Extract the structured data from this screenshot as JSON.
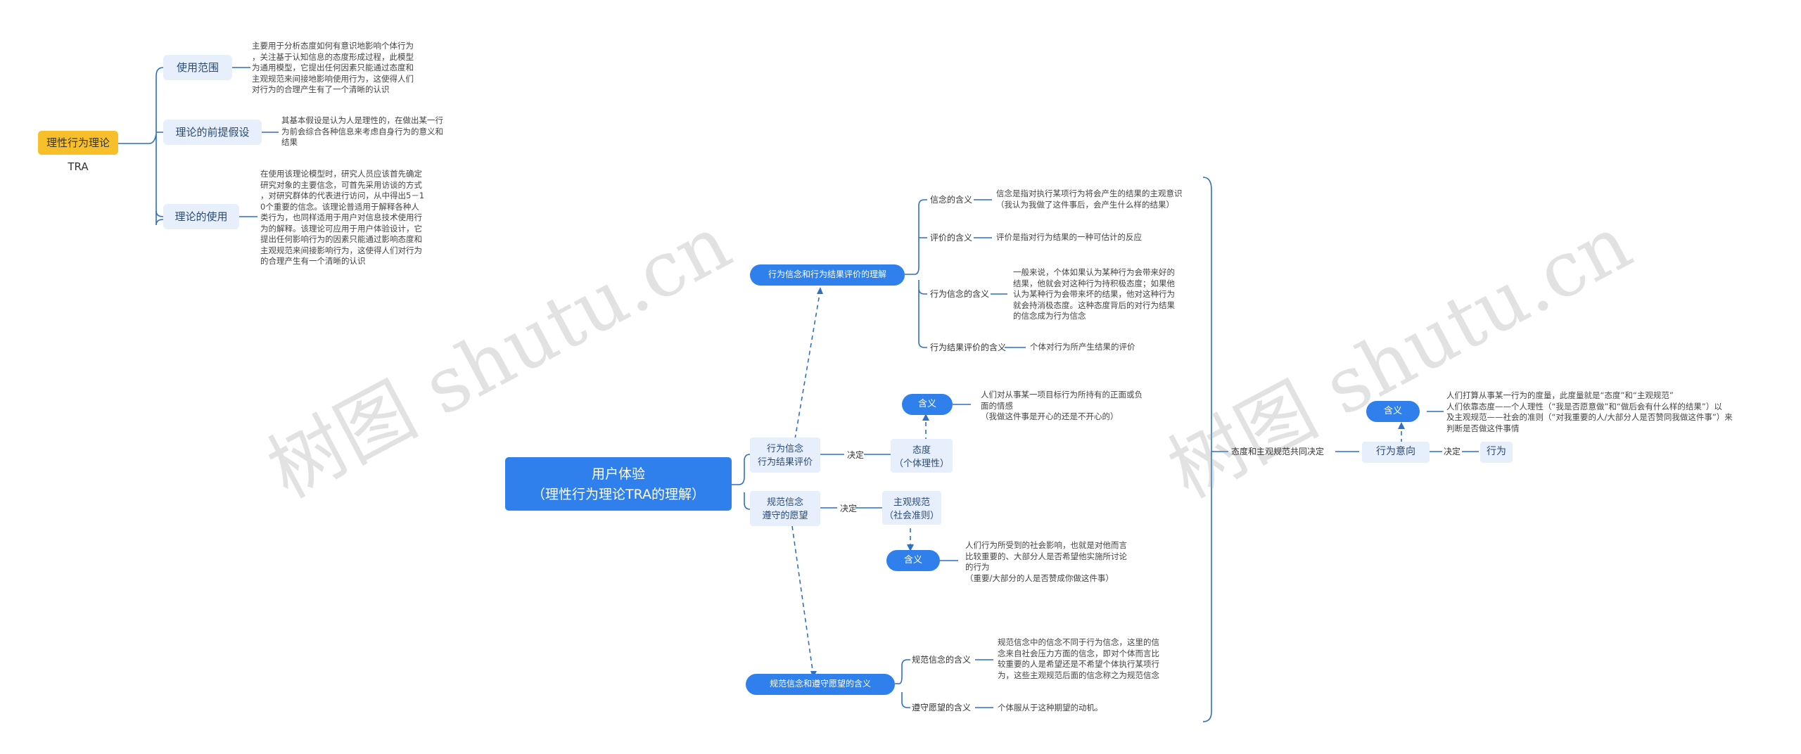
{
  "watermark": "树图 shutu.cn",
  "left": {
    "topic": "理性行为理论TRA",
    "branches": [
      {
        "title": "使用范围",
        "text": "主要用于分析态度如何有意识地影响个体行为\n，关注基于认知信息的态度形成过程，此模型\n为通用模型，它提出任何因素只能通过态度和\n主观规范来间接地影响使用行为，这使得人们\n对行为的合理产生有了一个清晰的认识"
      },
      {
        "title": "理论的前提假设",
        "text": "其基本假设是认为人是理性的，在做出某一行\n为前会综合各种信息来考虑自身行为的意义和\n结果"
      },
      {
        "title": "理论的使用",
        "text": "在使用该理论模型时，研究人员应该首先确定\n研究对象的主要信念，可首先采用访谈的方式\n，对研究群体的代表进行访问，从中得出5－1\n0个重要的信念。该理论普适用于解释各种人\n类行为，也同样适用于用户对信息技术使用行\n为的解释。该理论可应用于用户体验设计，它\n提出任何影响行为的因素只能通过影响态度和\n主观规范来间接影响行为，这使得人们对行为\n的合理产生有一个清晰的认识"
      }
    ]
  },
  "root": {
    "title": "用户体验\n（理性行为理论TRA的理解）"
  },
  "center": {
    "belief": {
      "title": "行为信念\n行为结果评价",
      "decide": "决定",
      "result": "态度\n（个体理性）"
    },
    "norm": {
      "title": "规范信念\n遵守的愿望",
      "decide": "决定",
      "result": "主观规范\n（社会准则）"
    },
    "attitude_meaning": {
      "label": "含义",
      "text": "人们对从事某一项目标行为所持有的正面或负\n面的情感\n（我做这件事是开心的还是不开心的）"
    },
    "norm_meaning": {
      "label": "含义",
      "text": "人们行为所受到的社会影响，也就是对他而言\n比较重要的、大部分人是否希望他实施所讨论\n的行为\n（重要/大部分的人是否赞成你做这件事）"
    },
    "understanding": {
      "title": "行为信念和行为结果评价的理解",
      "items": [
        {
          "label": "信念的含义",
          "text": "信念是指对执行某项行为将会产生的结果的主观意识\n（我认为我做了这件事后，会产生什么样的结果）"
        },
        {
          "label": "评价的含义",
          "text": "评价是指对行为结果的一种可估计的反应"
        },
        {
          "label": "行为信念的含义",
          "text": "一般来说，个体如果认为某种行为会带来好的\n结果，他就会对这种行为持积极态度；如果他\n认为某种行为会带来坏的结果，他对这种行为\n就会持消极态度。这种态度背后的对行为结果\n的信念成为行为信念"
        },
        {
          "label": "行为结果评价的含义",
          "text": "个体对行为所产生结果的评价"
        }
      ]
    },
    "norm_meaning_group": {
      "title": "规范信念和遵守愿望的含义",
      "items": [
        {
          "label": "规范信念的含义",
          "text": "规范信念中的信念不同于行为信念，这里的信\n念来自社会压力方面的信念，即对个体而言比\n较重要的人是希望还是不希望个体执行某项行\n为，这些主观规范后面的信念称之为规范信念"
        },
        {
          "label": "遵守愿望的含义",
          "text": "个体服从于这种期望的动机。"
        }
      ]
    }
  },
  "right": {
    "joint": "态度和主观规范共同决定",
    "intent": "行为意向",
    "decide": "决定",
    "behavior": "行为",
    "meaning_label": "含义",
    "meaning_text": "人们打算从事某一行为的度量，此度量就是“态度”和“主观规范”\n人们依靠态度——个人理性（“我是否愿意做”和“做后会有什么样的结果”）以\n及主观规范——社会的准则（“对我重要的人/大部分人是否赞同我做这件事”）来\n判断是否做这件事情"
  }
}
